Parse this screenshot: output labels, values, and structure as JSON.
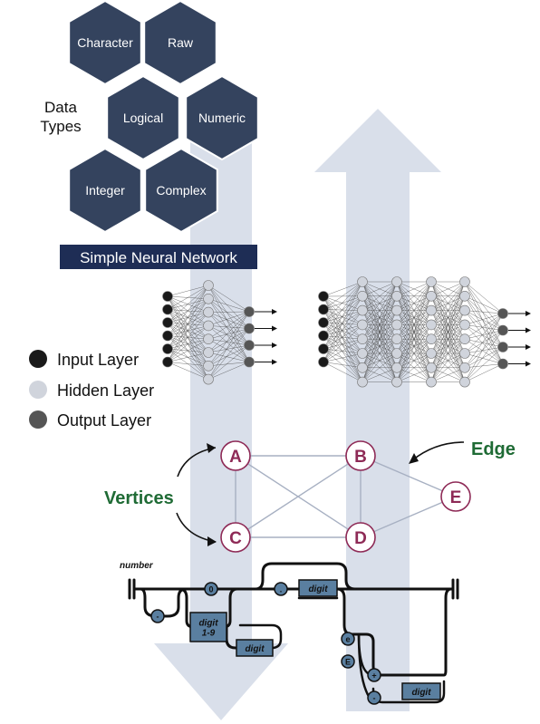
{
  "colors": {
    "arrow": "#d5dce8",
    "hex_fill": "#34435e",
    "hex_text": "#ffffff",
    "title_bar": "#1e2d55",
    "input_node": "#1a1a1a",
    "hidden_node": "#d0d4dc",
    "output_node": "#555555",
    "graph_node_ring": "#8e2a56",
    "graph_node_letter": "#8e2a56",
    "green_label": "#1f6b35",
    "rr_box": "#5a7fa0",
    "rr_line": "#111111"
  },
  "data_types": {
    "title": "Data\nTypes",
    "hexagons": [
      "Character",
      "Raw",
      "Logical",
      "Numeric",
      "Integer",
      "Complex"
    ]
  },
  "neural_network": {
    "title": "Simple Neural Network",
    "legend": [
      {
        "label": "Input Layer",
        "icon": "input-node-icon"
      },
      {
        "label": "Hidden Layer",
        "icon": "hidden-node-icon"
      },
      {
        "label": "Output Layer",
        "icon": "output-node-icon"
      }
    ]
  },
  "graph": {
    "vertices_label": "Vertices",
    "edge_label": "Edge",
    "nodes": [
      "A",
      "B",
      "C",
      "D",
      "E"
    ],
    "edges": [
      [
        "A",
        "B"
      ],
      [
        "A",
        "C"
      ],
      [
        "A",
        "D"
      ],
      [
        "C",
        "D"
      ],
      [
        "C",
        "B"
      ],
      [
        "B",
        "D"
      ],
      [
        "B",
        "E"
      ],
      [
        "D",
        "E"
      ]
    ]
  },
  "railroad": {
    "title": "number",
    "tokens": [
      "-",
      "0",
      ".",
      "digit",
      "digit\n1-9",
      "digit",
      "e",
      "E",
      "+",
      "-",
      "digit"
    ]
  }
}
